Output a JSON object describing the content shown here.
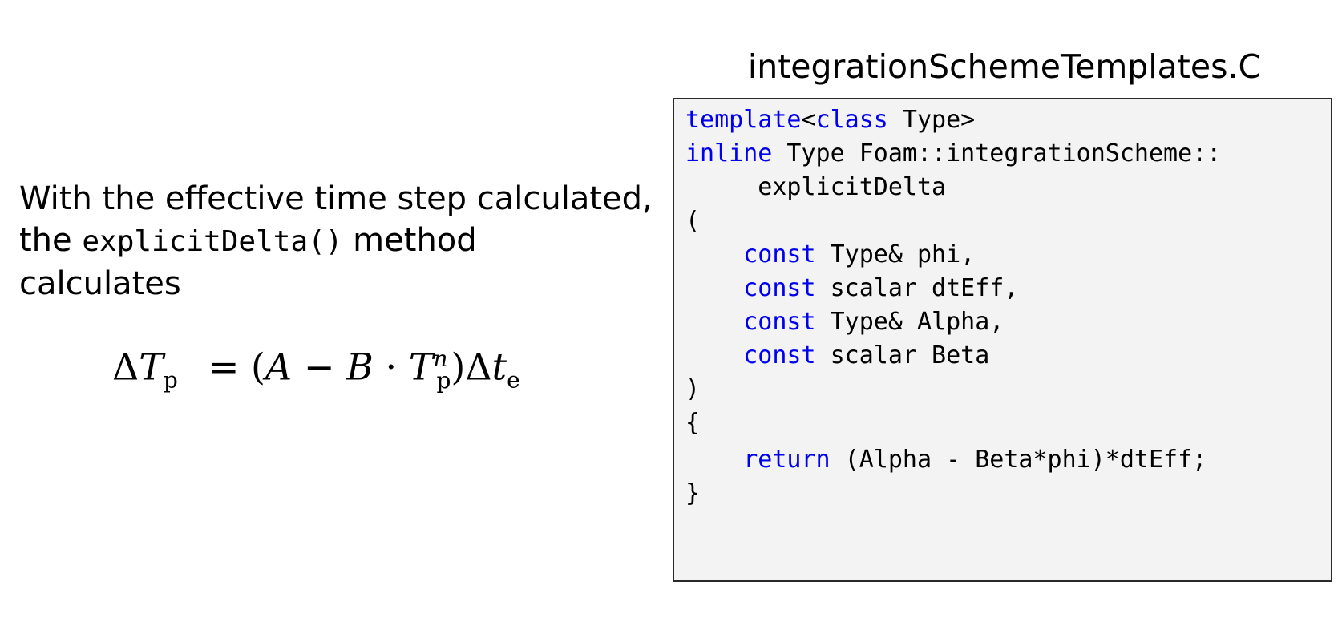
{
  "intro": {
    "before": "With the effective time step calculated,",
    "line2_prefix": "the ",
    "method_name": "explicitDelta()",
    "line2_suffix": " method",
    "line3": "calculates"
  },
  "equation": {
    "delta": "Δ",
    "T": "T",
    "p": "p",
    "equals": "=",
    "open": "(",
    "A": "A",
    "minus": "−",
    "B": "B",
    "dot": "·",
    "T2": "T",
    "p2": "p",
    "n": "n",
    "close": ")",
    "delta2": "Δ",
    "t": "t",
    "e": "e"
  },
  "code_file": {
    "title": "integrationSchemeTemplates.C",
    "lines": [
      {
        "kw": "template",
        "rest": "<"
      },
      {
        "kw": "inline",
        "rest": " Type Foam::integrationScheme::"
      },
      {
        "kw": "",
        "rest": "     explicitDelta"
      },
      {
        "kw": "",
        "rest": "("
      },
      {
        "indent": "    ",
        "kw": "const",
        "rest": " Type& phi,"
      },
      {
        "indent": "    ",
        "kw": "const",
        "rest": " scalar dtEff,"
      },
      {
        "indent": "    ",
        "kw": "const",
        "rest": " Type& Alpha,"
      },
      {
        "indent": "    ",
        "kw": "const",
        "rest": " scalar Beta"
      },
      {
        "kw": "",
        "rest": ")"
      },
      {
        "kw": "",
        "rest": "{"
      },
      {
        "indent": "    ",
        "kw": "return",
        "rest": " (Alpha - Beta*phi)*dtEff;"
      },
      {
        "kw": "",
        "rest": "}"
      }
    ],
    "line1_kw2": "class",
    "line1_tail": " Type>"
  },
  "colors": {
    "keyword": "#0000ee",
    "code_background": "#f3f3f3",
    "code_border": "#2a2a2a"
  }
}
